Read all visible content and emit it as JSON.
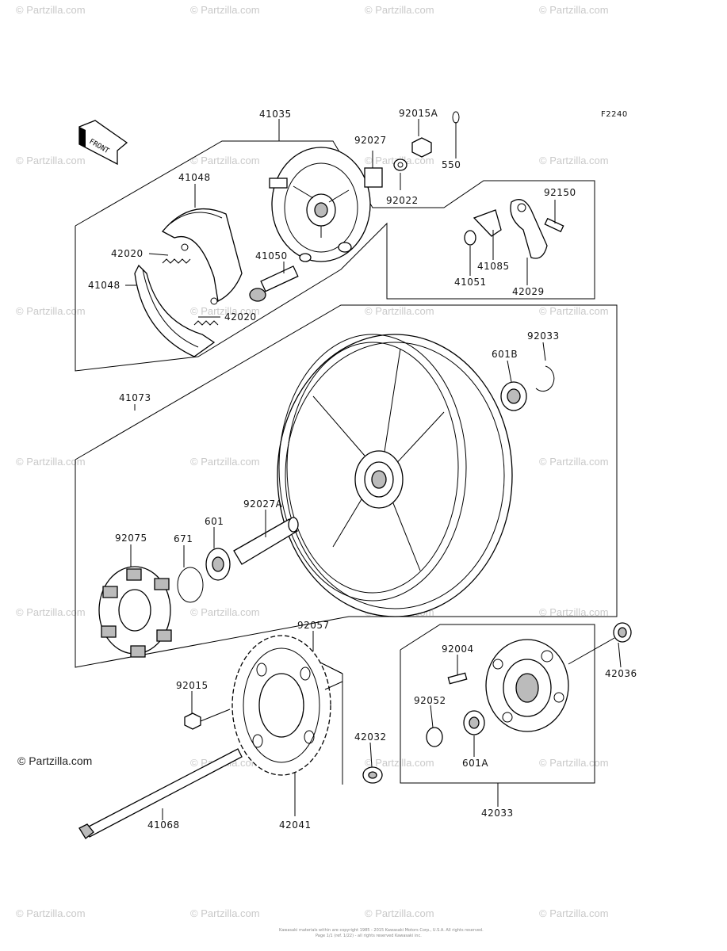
{
  "diagram_code": "F2240",
  "front_arrow_label": "FRONT",
  "watermark_text": "© Partzilla.com",
  "copyright_lines": [
    "Kawasaki materials within are copyright 1985 - 2015 Kawasaki Motors Corp., U.S.A. All rights reserved.",
    "Page 1/1 (ref. 1/22)  -  all rights reserved Kawasaki inc."
  ],
  "parts": {
    "p41035": "41035",
    "p92015A": "92015A",
    "p92027": "92027",
    "p550": "550",
    "p92022": "92022",
    "p41048a": "41048",
    "p92150": "92150",
    "p42020a": "42020",
    "p41050": "41050",
    "p41085": "41085",
    "p41048b": "41048",
    "p41051": "41051",
    "p42029": "42029",
    "p42020b": "42020",
    "p92033": "92033",
    "p601B": "601B",
    "p41073": "41073",
    "p92027A": "92027A",
    "p92075": "92075",
    "p671": "671",
    "p601": "601",
    "p92057": "92057",
    "p92004": "92004",
    "p42036": "42036",
    "p92015": "92015",
    "p92052": "92052",
    "p42032": "42032",
    "p601A": "601A",
    "p41068": "41068",
    "p42041": "42041",
    "p42033": "42033"
  }
}
